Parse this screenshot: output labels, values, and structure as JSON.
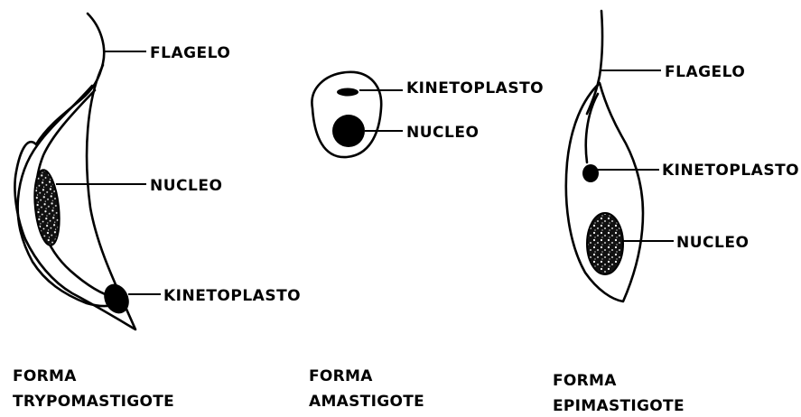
{
  "trypomastigote": {
    "labels": {
      "flagelo": "FLAGELO",
      "nucleo": "NUCLEO",
      "kinetoplasto": "KINETOPLASTO"
    },
    "caption": [
      "FORMA",
      "TRYPOMASTIGOTE"
    ]
  },
  "amastigote": {
    "labels": {
      "kinetoplasto": "KINETOPLASTO",
      "nucleo": "NUCLEO"
    },
    "caption": [
      "FORMA",
      "AMASTIGOTE"
    ]
  },
  "epimastigote": {
    "labels": {
      "flagelo": "FLAGELO",
      "kinetoplasto": "KINETOPLASTO",
      "nucleo": "NUCLEO"
    },
    "caption": [
      "FORMA",
      "EPIMASTIGOTE"
    ]
  }
}
